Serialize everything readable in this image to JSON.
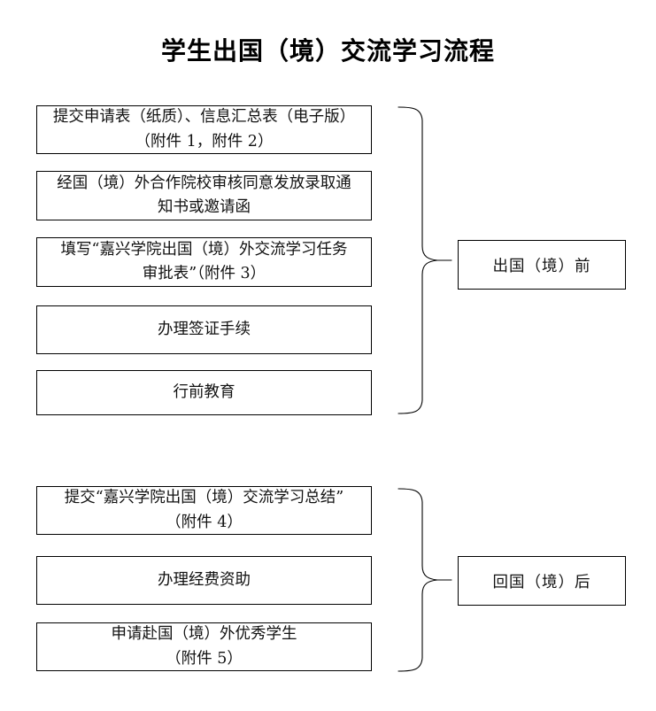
{
  "document": {
    "title": "学生出国（境）交流学习流程"
  },
  "phases": [
    {
      "id": "pre-departure",
      "label": "出国（境）前",
      "steps": [
        {
          "lines": [
            "提交申请表（纸质）、信息汇总表（电子版）",
            "（附件 1，附件 2）"
          ]
        },
        {
          "lines": [
            "经国（境）外合作院校审核同意发放录取通",
            "知书或邀请函"
          ]
        },
        {
          "lines": [
            "填写“嘉兴学院出国（境）外交流学习任务",
            "审批表”（附件 3）"
          ]
        },
        {
          "lines": [
            "办理签证手续"
          ]
        },
        {
          "lines": [
            "行前教育"
          ]
        }
      ]
    },
    {
      "id": "post-return",
      "label": "回国（境）后",
      "steps": [
        {
          "lines": [
            "提交“嘉兴学院出国（境）交流学习总结”",
            "（附件 4）"
          ]
        },
        {
          "lines": [
            "办理经费资助"
          ]
        },
        {
          "lines": [
            "申请赴国（境）外优秀学生",
            "（附件 5）"
          ]
        }
      ]
    }
  ],
  "colors": {
    "page_background": "#ffffff",
    "stroke": "#000000",
    "text": "#111111"
  }
}
